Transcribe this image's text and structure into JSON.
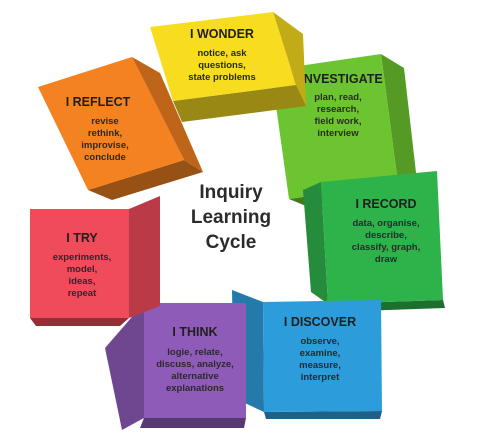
{
  "title": {
    "line1": "Inquiry",
    "line2": "Learning",
    "line3": "Cycle"
  },
  "stages": [
    {
      "id": "wonder",
      "heading": "I WONDER",
      "lines": [
        "notice, ask",
        "questions,",
        "state problems"
      ],
      "color": "#F7DC1F"
    },
    {
      "id": "investigate",
      "heading": "I INVESTIGATE",
      "lines": [
        "plan, read,",
        "research,",
        "field work,",
        "interview"
      ],
      "color": "#6CC530"
    },
    {
      "id": "record",
      "heading": "I RECORD",
      "lines": [
        "data, organise,",
        "describe,",
        "classify, graph,",
        "draw"
      ],
      "color": "#2EB34A"
    },
    {
      "id": "discover",
      "heading": "I DISCOVER",
      "lines": [
        "observe,",
        "examine,",
        "measure,",
        "interpret"
      ],
      "color": "#2D9CDB"
    },
    {
      "id": "think",
      "heading": "I THINK",
      "lines": [
        "logie, relate,",
        "discuss, analyze,",
        "alternative",
        "explanations"
      ],
      "color": "#8E5BB8"
    },
    {
      "id": "try",
      "heading": "I TRY",
      "lines": [
        "experiments,",
        "model,",
        "ideas,",
        "repeat"
      ],
      "color": "#EF4B5B"
    },
    {
      "id": "reflect",
      "heading": "I REFLECT",
      "lines": [
        "revise",
        "rethink,",
        "improvise,",
        "conclude"
      ],
      "color": "#F58220"
    }
  ]
}
